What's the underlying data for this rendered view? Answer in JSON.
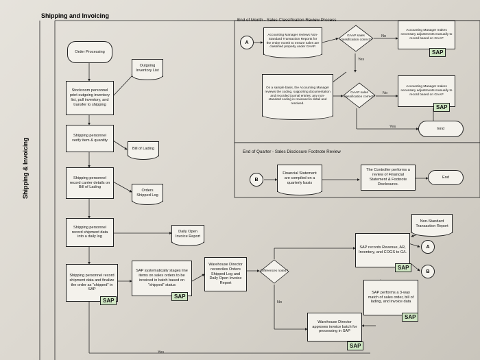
{
  "page_title": "Shipping and Invoicing",
  "lane_label": "Shipping & Invoicing",
  "month_end": {
    "title": "End of Month - Sales Classification Review Process",
    "connector_a": "A",
    "review_box": "Accounting Manager reviews Non-Standard Transaction Reports for the entire month to ensure sales are classified properly under GAAP.",
    "decision": "GAAP sales classification correct?",
    "no_label": "No",
    "yes_label": "Yes",
    "adjust_box": "Accounting Manager makes necessary adjustments manually to record based on GAAP",
    "sap": "SAP",
    "sample_box": "On a sample basis, the Accounting Manager reviews the coding, supporting documentation and recorded journal entries; any non-standard coding is reviewed in detail and resolved.",
    "decision2": "GAAP sales classification correct?",
    "no_label2": "No",
    "adjust_box2": "Accounting Manager makes necessary adjustments manually to record based on GAAP",
    "sap2": "SAP",
    "yes_label2": "Yes",
    "end_label": "End"
  },
  "quarter_end": {
    "title": "End of Quarter - Sales Disclosure Footnote Review",
    "connector_b": "B",
    "fin_box": "Financial Statement are compiled on a quarterly basis",
    "controller_box": "The Controller performs a review of Financial Statement & Footnote Disclosures.",
    "end_label": "End"
  },
  "flow": {
    "order_processing": "Order Processing",
    "outgoing_list": "Outgoing Inventory List",
    "stockroom": "Stockroom personnel print outgoing inventory list, pull inventory, and transfer to shipping",
    "verify": "Shipping personnel verify item & quantity",
    "bill_of_lading": "Bill of Lading",
    "record_carrier": "Shipping personnel record carrier details on Bill of Lading",
    "orders_shipped_log": "Orders Shipped Log",
    "record_daily": "Shipping personnel record shipment data into a daily log",
    "daily_open_report": "Daily Open Invoice Report",
    "finalize": "Shipping personnel record shipment data and finalize the order as \"shipped\" in SAP",
    "sap1": "SAP",
    "systematically": "SAP systematically stages line items on sales orders to be invoiced in batch based on \"shipped\" status",
    "sap2": "SAP",
    "warehouse_reconciles": "Warehouse Director reconciles Orders Shipped Log and Daily Open Invoice Report",
    "differences": "Differences noted?",
    "no_label": "No",
    "yes_label": "Yes",
    "nonstandard_report": "Non-Standard Transaction Report",
    "sap_records": "SAP records Revenue, AR, Inventory, and COGS to G/L",
    "sap3": "SAP",
    "connector_a": "A",
    "connector_b": "B",
    "three_way": "SAP performs a 3-way match of sales order, bill of lading, and invoice data",
    "sap4": "SAP",
    "approves": "Warehouse Director approves invoice batch for processing in SAP",
    "sap5": "SAP"
  }
}
